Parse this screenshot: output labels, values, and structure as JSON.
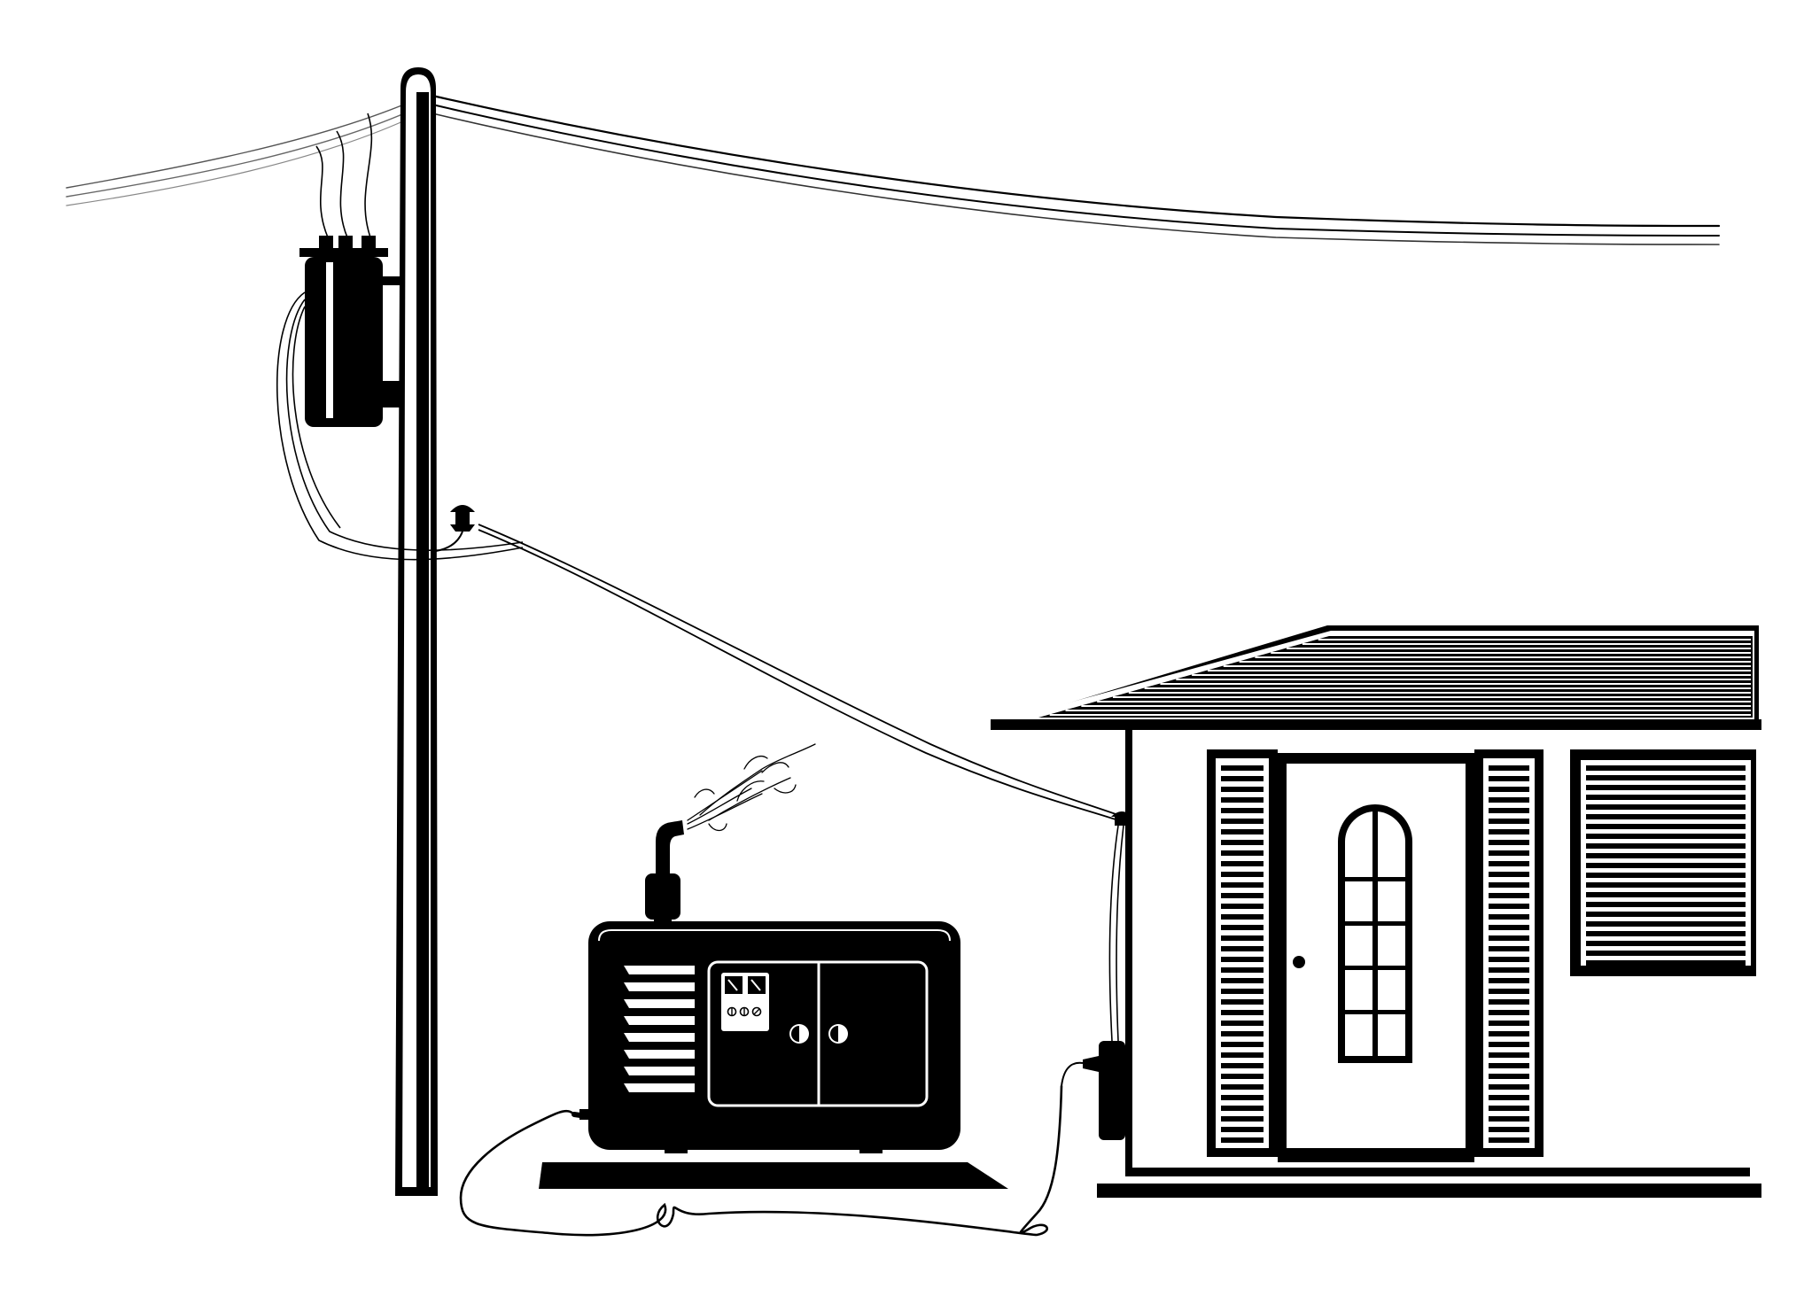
{
  "illustration": {
    "colors": {
      "ink": "#000000",
      "paper": "#ffffff"
    },
    "elements": [
      "utility-pole",
      "overhead-power-lines",
      "pole-transformer",
      "service-drop-cable",
      "standby-generator",
      "generator-control-panel",
      "exhaust-muffler",
      "exhaust-smoke",
      "generator-base-pad",
      "transfer-switch-box",
      "generator-power-cable",
      "house",
      "house-roof",
      "front-door",
      "door-window",
      "door-shutters",
      "house-window"
    ]
  }
}
